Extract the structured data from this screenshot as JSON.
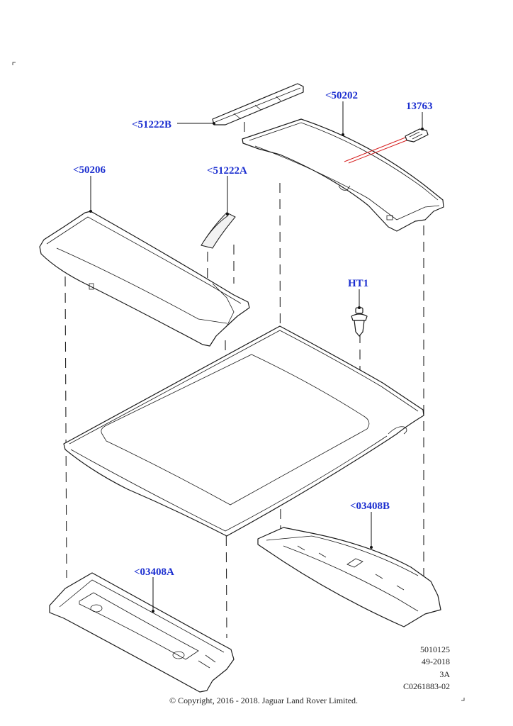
{
  "accent_color": "#1c2fd0",
  "callouts": [
    {
      "id": "50202",
      "text": "<50202"
    },
    {
      "id": "13763",
      "text": "13763"
    },
    {
      "id": "51222B",
      "text": "<51222B"
    },
    {
      "id": "50206",
      "text": "<50206"
    },
    {
      "id": "51222A",
      "text": "<51222A"
    },
    {
      "id": "HT1",
      "text": "HT1"
    },
    {
      "id": "03408B",
      "text": "<03408B"
    },
    {
      "id": "03408A",
      "text": "<03408A"
    }
  ],
  "reference": {
    "line1": "5010125",
    "line2": "49-2018",
    "line3": "3A",
    "line4": "C0261883-02"
  },
  "copyright": "© Copyright, 2016 - 2018. Jaguar Land Rover Limited.",
  "icons": {
    "roof-panel": "large roof panel",
    "front-header-panel": "front roof header",
    "rear-header-panel": "rear roof header",
    "front-bow": "front roof bow",
    "rear-bow": "rear roof bow",
    "clip": "push clip",
    "bracket": "small bracket"
  }
}
